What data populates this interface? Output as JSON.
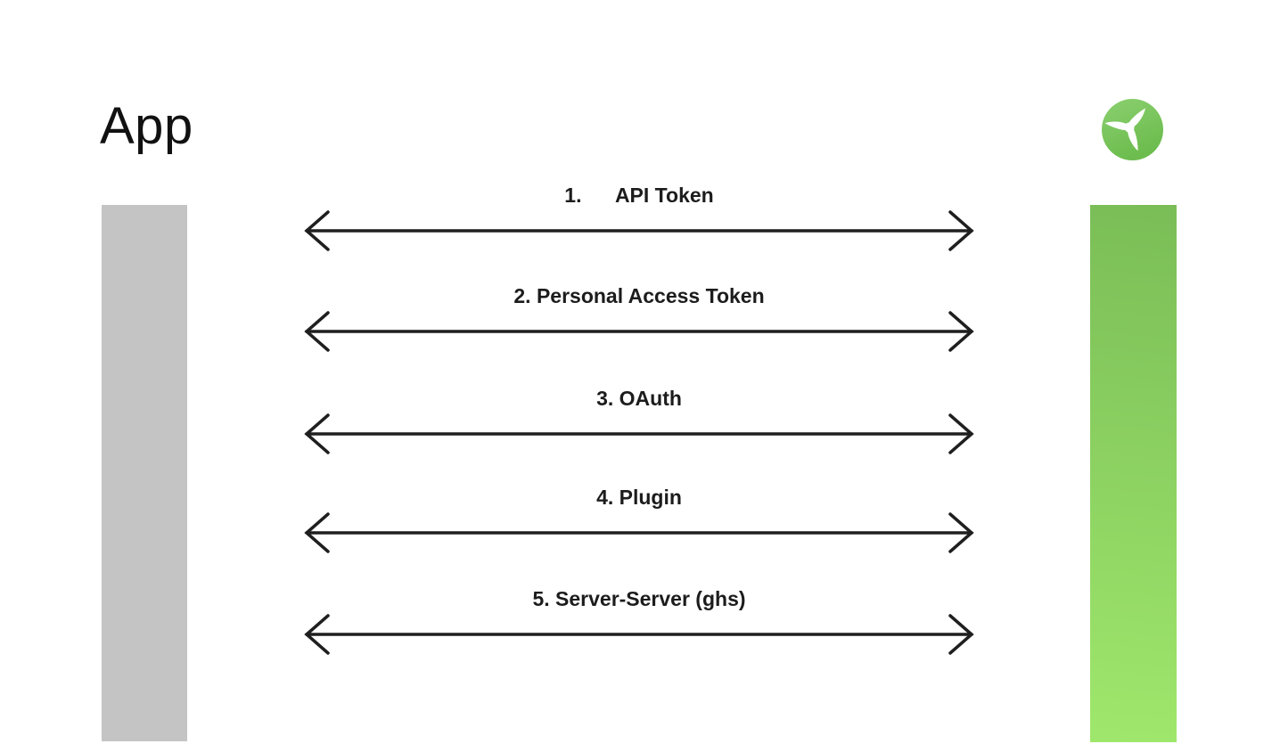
{
  "page": {
    "background_color": "#ffffff",
    "text_color": "#1c1c1c"
  },
  "left_entity": {
    "title": "App",
    "bar_color": "#c4c4c4"
  },
  "right_entity": {
    "icon": "propeller-icon",
    "icon_gradient_top": "#8bd06f",
    "icon_gradient_bottom": "#6cbc4e",
    "bar_gradient_top": "#7abd57",
    "bar_gradient_bottom": "#9fe76c"
  },
  "arrow": {
    "color": "#1f1f1f",
    "style": "double-headed"
  },
  "connections": [
    {
      "text": "1.      API Token"
    },
    {
      "text": "2. Personal Access Token"
    },
    {
      "text": "3. OAuth"
    },
    {
      "text": "4. Plugin"
    },
    {
      "text": "5. Server-Server (ghs)"
    }
  ]
}
